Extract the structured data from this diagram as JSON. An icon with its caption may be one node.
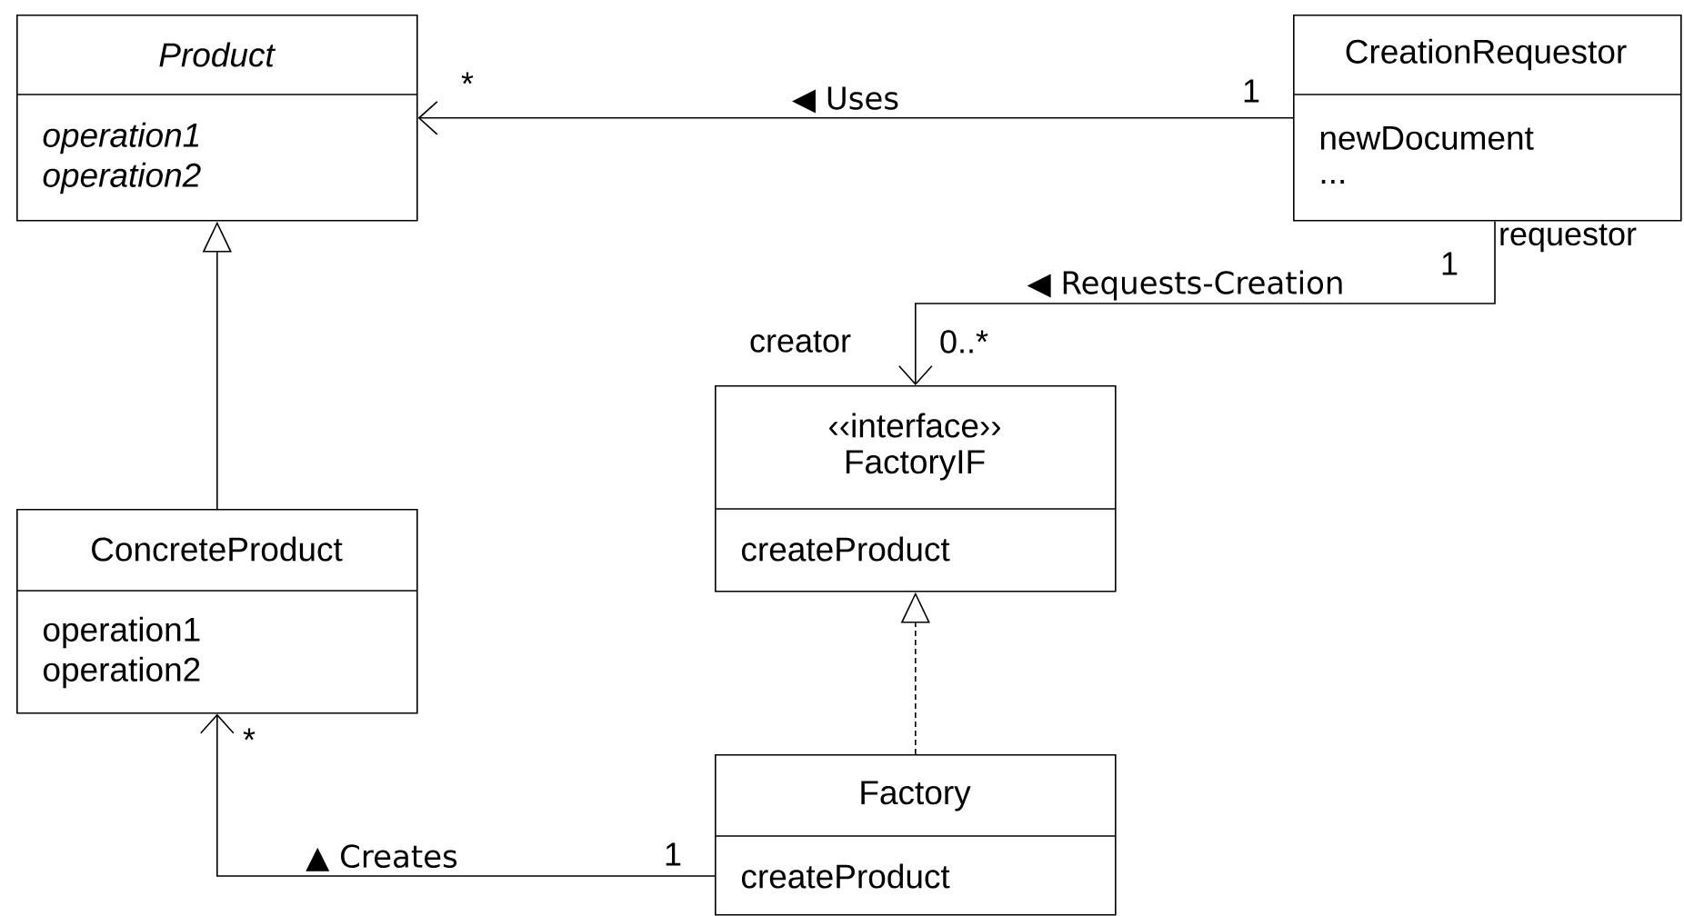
{
  "diagram": {
    "nodes": [
      {
        "text": [
          "Product",
          "operation1",
          "operation2"
        ]
      },
      {
        "text": [
          "CreationRequestor",
          "newDocument",
          "..."
        ]
      },
      {
        "text": [
          "‹‹interface››",
          "FactoryIF",
          "createProduct"
        ]
      },
      {
        "text": [
          "ConcreteProduct",
          "operation1",
          "operation2"
        ]
      },
      {
        "text": [
          "Factory",
          "createProduct"
        ]
      }
    ],
    "edges": [
      {
        "from": 1,
        "to": 0,
        "arrow": "to",
        "label": "◀ Uses"
      },
      {
        "from": 1,
        "to": 2,
        "arrow": "to",
        "label": "◀ Requests-Creation"
      },
      {
        "from": 3,
        "to": 0,
        "arrow": "to"
      },
      {
        "from": 4,
        "to": 2,
        "arrow": "to",
        "style": "dashed"
      },
      {
        "from": 4,
        "to": 3,
        "arrow": "to",
        "label": "▲ Creates"
      }
    ],
    "labels": [
      "*",
      "1",
      "1",
      "requestor",
      "creator",
      "0..*",
      "*",
      "1"
    ]
  }
}
